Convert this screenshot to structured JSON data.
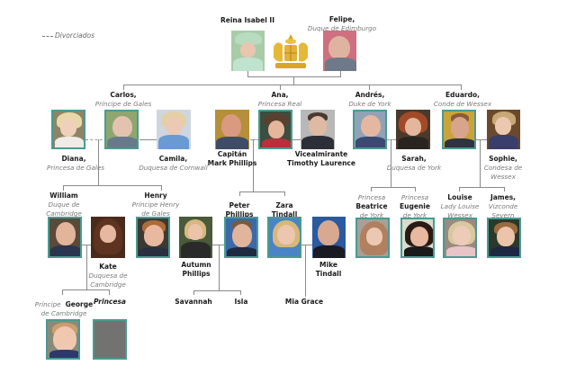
{
  "legend": {
    "label": "Divorciados",
    "line_style": "dashed"
  },
  "colors": {
    "photo_border": "#4a9a92",
    "connector": "#8a8a8a",
    "name_text": "#1a1a1a",
    "title_text": "#7a7a7a",
    "crest_gold": "#d4a420"
  },
  "generation_1": {
    "queen": {
      "name": "Reina Isabel II",
      "title": ""
    },
    "crest": {
      "icon": "royal-coat-of-arms"
    },
    "philip": {
      "name": "Felipe,",
      "title": "Duque de Edimburgo"
    }
  },
  "generation_2": {
    "charles": {
      "name": "Carlos,",
      "title": "Príncipe de Gales"
    },
    "diana": {
      "name": "Diana,",
      "title": "Princesa de Gales"
    },
    "camilla": {
      "name": "Camila,",
      "title": "Duquesa de Cornwall"
    },
    "anne": {
      "name": "Ana,",
      "title": "Princesa Real"
    },
    "mark": {
      "name_line1": "Capitán",
      "name_line2": "Mark Phillips"
    },
    "timothy": {
      "name_line1": "Vicealmirante",
      "name_line2": "Timothy Laurence"
    },
    "andrew": {
      "name": "Andrés,",
      "title": "Duke de York"
    },
    "sarah": {
      "name": "Sarah,",
      "title": "Duquesa de York"
    },
    "edward": {
      "name": "Eduardo,",
      "title": "Conde de Wessex"
    },
    "sophie": {
      "name": "Sophie,",
      "title_line1": "Condesa de",
      "title_line2": "Wessex"
    }
  },
  "generation_3": {
    "william": {
      "name": "William",
      "title_line1": "Duque de",
      "title_line2": "Cambridge"
    },
    "kate": {
      "name": "Kate",
      "title_line1": "Duquesa de",
      "title_line2": "Cambridge"
    },
    "henry": {
      "name": "Henry",
      "title_line1": "Príncipe Henry",
      "title_line2": "de Gales"
    },
    "autumn": {
      "name_line1": "Autumn",
      "name_line2": "Phillips"
    },
    "peter": {
      "name_line1": "Peter",
      "name_line2": "Phillips"
    },
    "zara": {
      "name_line1": "Zara",
      "name_line2": "Tindall"
    },
    "mike": {
      "name_line1": "Mike",
      "name_line2": "Tindall"
    },
    "beatrice": {
      "title_top": "Princesa",
      "name": "Beatrice",
      "title_bottom": "de York"
    },
    "eugenie": {
      "title_top": "Princesa",
      "name": "Eugenie",
      "title_bottom": "de York"
    },
    "louise": {
      "name": "Louise",
      "title_line1": "Lady Louise",
      "title_line2": "Wessex"
    },
    "james": {
      "name": "James,",
      "title_line1": "Vizconde",
      "title_line2": "Severn"
    }
  },
  "generation_4": {
    "george": {
      "title_prefix": "Príncipe",
      "name": "George",
      "title_line2": "de Cambridge"
    },
    "princess": {
      "name": "Princesa",
      "photo": "placeholder-grey"
    },
    "savannah": {
      "name": "Savannah"
    },
    "isla": {
      "name": "Isla"
    },
    "mia": {
      "name": "Mia Grace"
    }
  }
}
